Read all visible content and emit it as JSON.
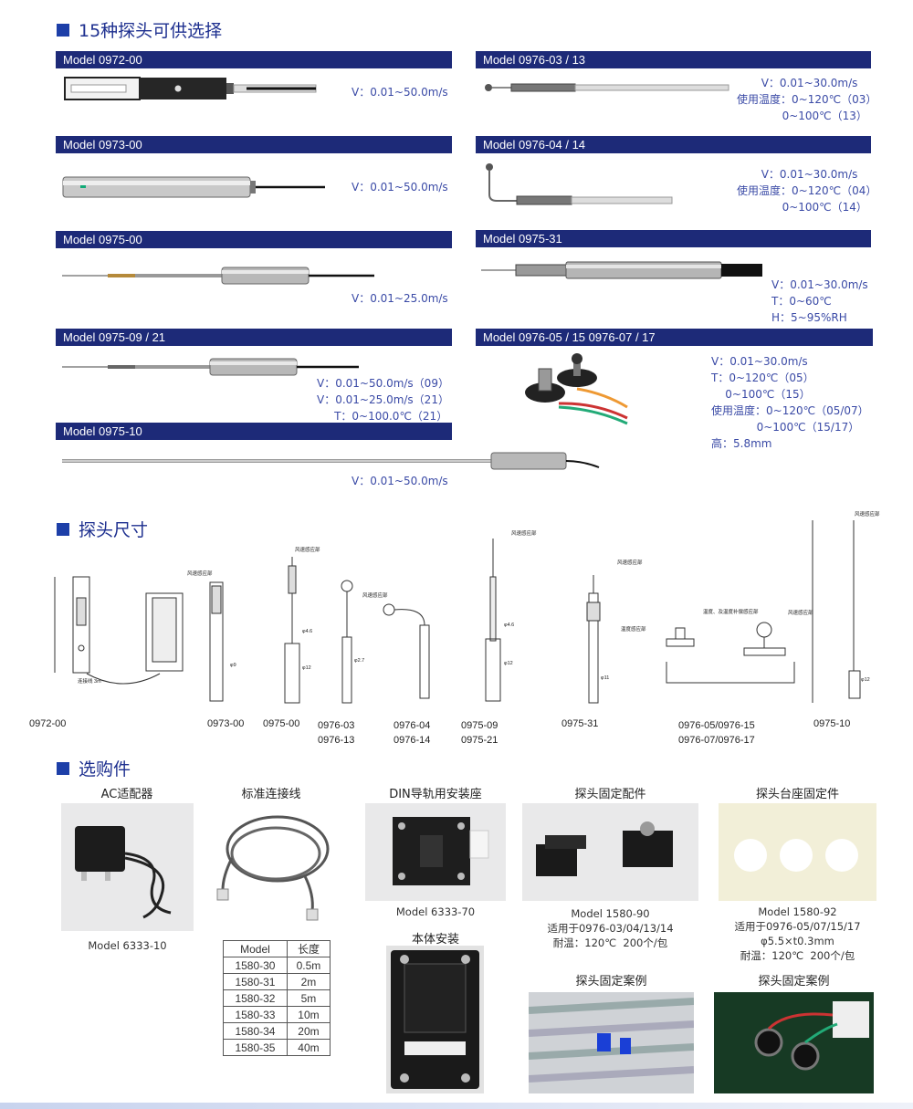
{
  "sections": {
    "probes_title": "15种探头可供选择",
    "dims_title": "探头尺寸",
    "acc_title": "选购件"
  },
  "models": [
    {
      "name": "Model 0972-00",
      "spec": "V：0.01~50.0m/s"
    },
    {
      "name": "Model 0973-00",
      "spec": "V：0.01~50.0m/s"
    },
    {
      "name": "Model 0975-00",
      "spec": "V：0.01~25.0m/s"
    },
    {
      "name": "Model 0975-09 / 21",
      "spec": "V：0.01~50.0m/s（09）\nV：0.01~25.0m/s（21）\n     T：0~100.0℃（21）"
    },
    {
      "name": "Model 0975-10",
      "spec": "V：0.01~50.0m/s"
    },
    {
      "name": "Model 0976-03 / 13",
      "spec": "       V：0.01~30.0m/s\n使用温度：0~120℃（03）\n             0~100℃（13）"
    },
    {
      "name": "Model 0976-04 / 14",
      "spec": "       V：0.01~30.0m/s\n使用温度：0~120℃（04）\n             0~100℃（14）"
    },
    {
      "name": "Model 0975-31",
      "spec": "V：0.01~30.0m/s\nT：0~60℃\nH：5~95%RH"
    },
    {
      "name": "Model 0976-05 / 15  0976-07 / 17",
      "spec": "V：0.01~30.0m/s\nT：0~120℃（05）\n    0~100℃（15）\n使用温度：0~120℃（05/07）\n             0~100℃（15/17）\n高：5.8mm"
    }
  ],
  "dim_labels": [
    "0972-00",
    "0973-00",
    "0975-00",
    "0976-03\n0976-13",
    "0976-04\n0976-14",
    "0975-09\n0975-21",
    "0975-31",
    "0976-05/0976-15\n0976-07/0976-17",
    "0975-10"
  ],
  "drawing_notes": {
    "wind_sensor": "风速感应部",
    "temp_comp": "温度补偿\n感应部",
    "temp_comp_wind": "温度、及温度\n补偿感应部",
    "temp_sensor": "温度感应部",
    "temp_comp_wind2": "温度、及温度补偿感应部",
    "cable": "连接线 3m",
    "d12": "φ12",
    "d9": "φ9",
    "d46": "φ4.6",
    "d27": "φ2.7",
    "d11": "φ11"
  },
  "accessories": [
    {
      "title": "AC适配器",
      "caption": "Model 6333-10"
    },
    {
      "title": "标准连接线",
      "caption": ""
    },
    {
      "title": "DIN导轨用安装座",
      "caption": "Model 6333-70"
    },
    {
      "title": "探头固定配件",
      "caption": "Model 1580-90\n适用于0976-03/04/13/14\n耐温：120℃  200个/包"
    },
    {
      "title": "探头台座固定件",
      "caption": "Model 1580-92\n适用于0976-05/07/15/17\nφ5.5×t0.3mm\n耐温：120℃  200个/包"
    },
    {
      "title": "本体安装",
      "caption": ""
    },
    {
      "title": "探头固定案例",
      "caption": ""
    },
    {
      "title": "探头固定案例",
      "caption": ""
    }
  ],
  "cable_table": {
    "headers": [
      "Model",
      "长度"
    ],
    "rows": [
      [
        "1580-30",
        "0.5m"
      ],
      [
        "1580-31",
        "2m"
      ],
      [
        "1580-32",
        "5m"
      ],
      [
        "1580-33",
        "10m"
      ],
      [
        "1580-34",
        "20m"
      ],
      [
        "1580-35",
        "40m"
      ]
    ]
  },
  "colors": {
    "bar": "#1d2a78",
    "title": "#1d2f8f",
    "spec": "#3a4aa6"
  }
}
